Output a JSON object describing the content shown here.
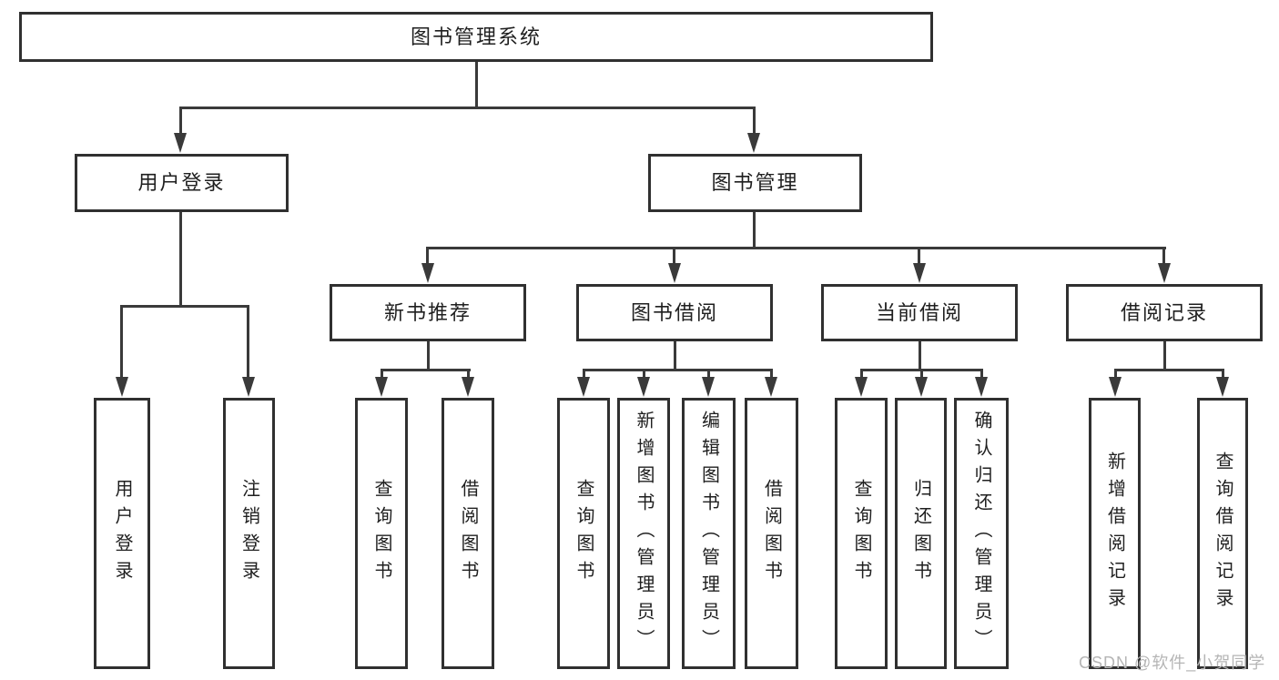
{
  "colors": {
    "background": "#ffffff",
    "box_border": "#303030",
    "connector_line": "#3a3a3a",
    "text": "#1f1f1f",
    "watermark": "#b5b5b5"
  },
  "tree": {
    "label": "图书管理系统",
    "children": [
      {
        "label": "用户登录",
        "children": [
          {
            "label": "用户登录"
          },
          {
            "label": "注销登录"
          }
        ]
      },
      {
        "label": "图书管理",
        "children": [
          {
            "label": "新书推荐",
            "children": [
              {
                "label": "查询图书"
              },
              {
                "label": "借阅图书"
              }
            ]
          },
          {
            "label": "图书借阅",
            "children": [
              {
                "label": "查询图书"
              },
              {
                "label": "新增图书（管理员）"
              },
              {
                "label": "编辑图书（管理员）"
              },
              {
                "label": "借阅图书"
              }
            ]
          },
          {
            "label": "当前借阅",
            "children": [
              {
                "label": "查询图书"
              },
              {
                "label": "归还图书"
              },
              {
                "label": "确认归还（管理员）"
              }
            ]
          },
          {
            "label": "借阅记录",
            "children": [
              {
                "label": "新增借阅记录"
              },
              {
                "label": "查询借阅记录"
              }
            ]
          }
        ]
      }
    ]
  },
  "watermark": {
    "text": "CSDN @软件_小贺同学"
  }
}
